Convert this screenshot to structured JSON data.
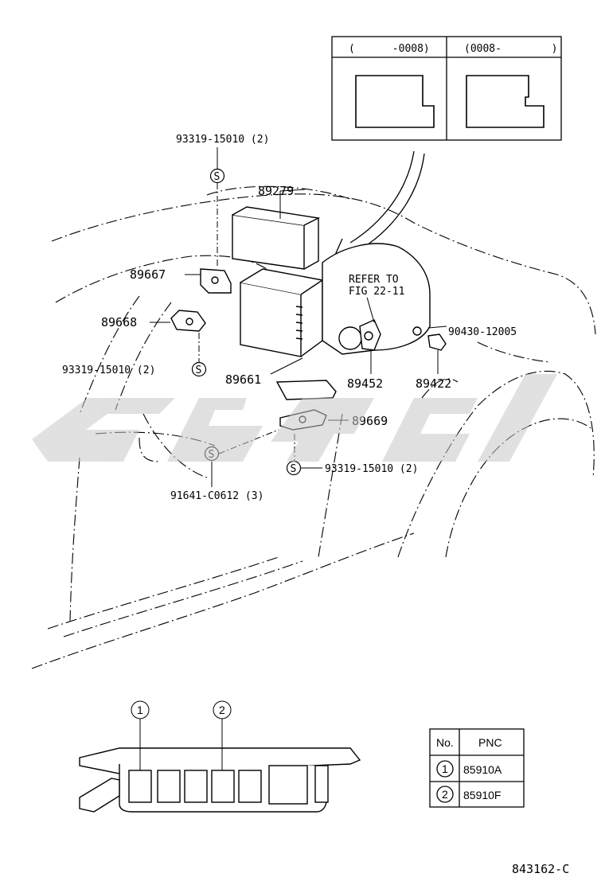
{
  "inset_top": {
    "left_label": "(      -0008)",
    "right_label": "(0008-        )"
  },
  "parts": {
    "p93319_top": "93319-15010 (2)",
    "p89279": "89279",
    "p89667": "89667",
    "p89668": "89668",
    "p93319_left": "93319-15010 (2)",
    "p89661": "89661",
    "refer_line1": "REFER TO",
    "refer_line2": "FIG 22-11",
    "p90430": "90430-12005",
    "p89452": "89452",
    "p89422": "89422",
    "p89669": "89669",
    "p93319_bottom": "93319-15010 (2)",
    "p91641": "91641-C0612 (3)"
  },
  "s_mark": "S",
  "callouts": {
    "c1": "1",
    "c2": "2"
  },
  "pnc_table": {
    "header_no": "No.",
    "header_pnc": "PNC",
    "rows": [
      {
        "no": "1",
        "pnc": "85910A"
      },
      {
        "no": "2",
        "pnc": "85910F"
      }
    ]
  },
  "watermark_color": "#c8c8c8",
  "diagram_id": "843162-C"
}
